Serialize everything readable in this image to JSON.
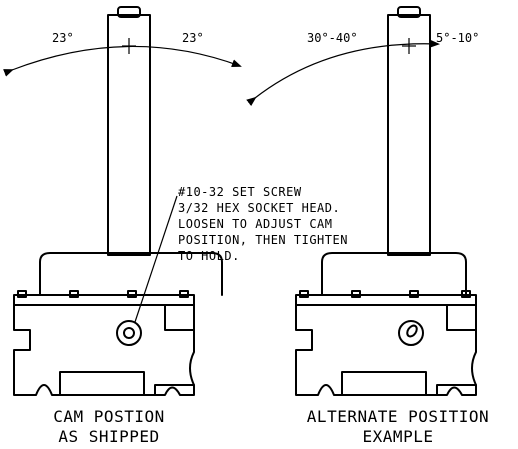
{
  "left": {
    "angle_left": "23°",
    "angle_right": "23°",
    "caption_line1": "CAM POSTION",
    "caption_line2": "AS SHIPPED"
  },
  "right": {
    "angle_left": "30°-40°",
    "angle_right": "5°-10°",
    "caption_line1": "ALTERNATE POSITION",
    "caption_line2": "EXAMPLE"
  },
  "note": {
    "line1": "#10-32 SET SCREW",
    "line2": "3/32 HEX SOCKET HEAD.",
    "line3": "LOOSEN TO ADJUST CAM",
    "line4": "POSITION, THEN TIGHTEN",
    "line5": "TO HOLD."
  },
  "colors": {
    "ink": "#000000",
    "background": "#ffffff"
  }
}
